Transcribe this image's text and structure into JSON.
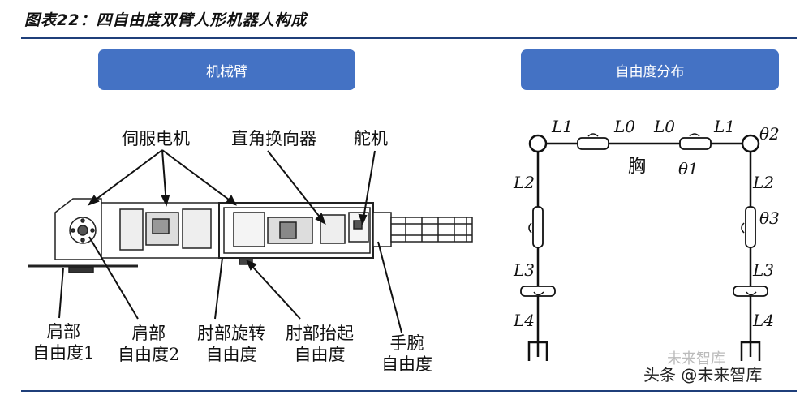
{
  "figure_title": "图表22：四自由度双臂人形机器人构成",
  "panels": {
    "left_title": "机械臂",
    "right_title": "自由度分布"
  },
  "arm_labels": {
    "servo_motor": "伺服电机",
    "right_angle_reverser": "直角换向器",
    "steering_gear": "舵机",
    "shoulder_dof1_line1": "肩部",
    "shoulder_dof1_line2": "自由度1",
    "shoulder_dof2_line1": "肩部",
    "shoulder_dof2_line2": "自由度2",
    "elbow_rotation_line1": "肘部旋转",
    "elbow_rotation_line2": "自由度",
    "elbow_lift_line1": "肘部抬起",
    "elbow_lift_line2": "自由度",
    "wrist_line1": "手腕",
    "wrist_line2": "自由度"
  },
  "dof_labels": {
    "chest": "胸",
    "L1": "L1",
    "L0": "L0",
    "L2": "L2",
    "L3": "L3",
    "L4": "L4",
    "theta1": "θ1",
    "theta2": "θ2",
    "theta3": "θ3"
  },
  "watermark": {
    "main": "头条 @未来智库",
    "faded": "未来智库"
  }
}
